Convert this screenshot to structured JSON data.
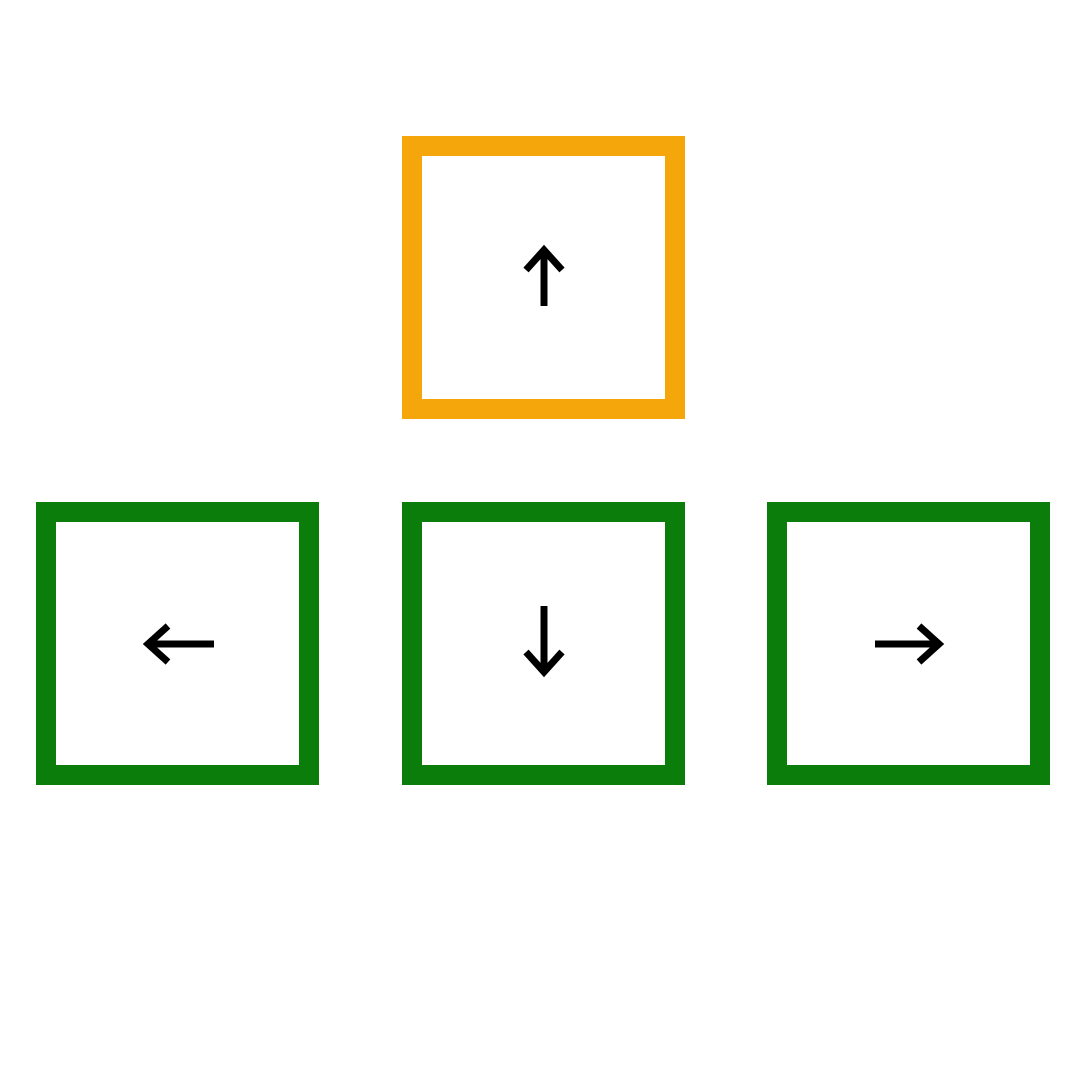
{
  "colors": {
    "active": "#F4A60A",
    "inactive": "#0A7D0A",
    "arrow": "#000000",
    "background": "#FFFFFF"
  },
  "keys": [
    {
      "id": "up",
      "icon": "arrow-up-icon",
      "state": "active"
    },
    {
      "id": "left",
      "icon": "arrow-left-icon",
      "state": "inactive"
    },
    {
      "id": "down",
      "icon": "arrow-down-icon",
      "state": "inactive"
    },
    {
      "id": "right",
      "icon": "arrow-right-icon",
      "state": "inactive"
    }
  ]
}
